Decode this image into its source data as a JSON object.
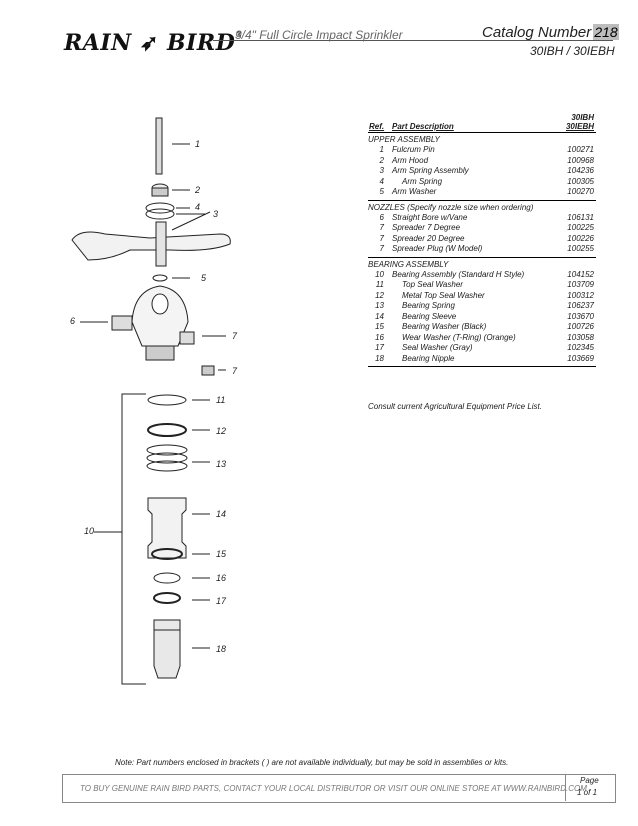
{
  "header": {
    "logo": "RAIN",
    "logo2": "BIRD",
    "logo_mark": "®",
    "title": "3/4\" Full Circle Impact Sprinkler",
    "catalog_label": "Catalog Number",
    "catalog_number": "218",
    "models": "30IBH / 30IEBH"
  },
  "table": {
    "ref_header": "Ref.",
    "desc_header": "Part Description",
    "model_header_line1": "30IBH",
    "model_header_line2": "30IEBH",
    "sections": [
      {
        "title": "UPPER ASSEMBLY",
        "rows": [
          {
            "ref": "1",
            "desc": "Fulcrum Pin",
            "part": "100271",
            "indent": false
          },
          {
            "ref": "2",
            "desc": "Arm Hood",
            "part": "100968",
            "indent": false
          },
          {
            "ref": "3",
            "desc": "Arm Spring Assembly",
            "part": "104236",
            "indent": false
          },
          {
            "ref": "4",
            "desc": "Arm Spring",
            "part": "100305",
            "indent": true
          },
          {
            "ref": "5",
            "desc": "Arm Washer",
            "part": "100270",
            "indent": false
          }
        ]
      },
      {
        "title": "NOZZLES (Specify nozzle size when ordering)",
        "rows": [
          {
            "ref": "6",
            "desc": "Straight Bore w/Vane",
            "part": "106131",
            "indent": false
          },
          {
            "ref": "7",
            "desc": "Spreader 7 Degree",
            "part": "100225",
            "indent": false
          },
          {
            "ref": "7",
            "desc": "Spreader 20 Degree",
            "part": "100226",
            "indent": false
          },
          {
            "ref": "7",
            "desc": "Spreader Plug (W Model)",
            "part": "100255",
            "indent": false
          }
        ]
      },
      {
        "title": "BEARING ASSEMBLY",
        "rows": [
          {
            "ref": "10",
            "desc": "Bearing Assembly (Standard H Style)",
            "part": "104152",
            "indent": false
          },
          {
            "ref": "11",
            "desc": "Top Seal Washer",
            "part": "103709",
            "indent": true
          },
          {
            "ref": "12",
            "desc": "Metal Top Seal Washer",
            "part": "100312",
            "indent": true
          },
          {
            "ref": "13",
            "desc": "Bearing Spring",
            "part": "106237",
            "indent": true
          },
          {
            "ref": "14",
            "desc": "Bearing Sleeve",
            "part": "103670",
            "indent": true
          },
          {
            "ref": "15",
            "desc": "Bearing Washer (Black)",
            "part": "100726",
            "indent": true
          },
          {
            "ref": "16",
            "desc": "Wear Washer (T-Ring) (Orange)",
            "part": "103058",
            "indent": true
          },
          {
            "ref": "17",
            "desc": "Seal Washer (Gray)",
            "part": "102345",
            "indent": true
          },
          {
            "ref": "18",
            "desc": "Bearing Nipple",
            "part": "103669",
            "indent": true
          }
        ]
      }
    ],
    "consult": "Consult current Agricultural Equipment Price List."
  },
  "callouts": [
    "1",
    "2",
    "4",
    "3",
    "5",
    "6",
    "7",
    "7",
    "11",
    "12",
    "13",
    "14",
    "15",
    "16",
    "17",
    "18",
    "10"
  ],
  "note": "Note: Part numbers enclosed in brackets ( ) are not available individually, but may be sold in assemblies or kits.",
  "footer": {
    "text": "TO BUY GENUINE RAIN BIRD PARTS, CONTACT YOUR LOCAL DISTRIBUTOR OR VISIT OUR ONLINE STORE AT WWW.RAINBIRD.COM",
    "page_label": "Page",
    "page_num": "1 of 1"
  }
}
